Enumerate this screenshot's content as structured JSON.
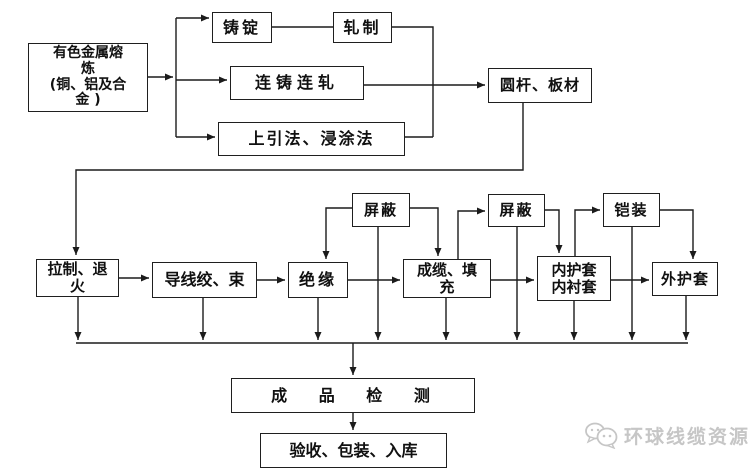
{
  "diagram": {
    "title": "cable-manufacturing-process-flowchart",
    "nodes": {
      "smelting": {
        "label": "有色金属熔\n炼\n(铜、铝及合\n金 )"
      },
      "casting": {
        "label": "铸锭"
      },
      "rolling": {
        "label": "轧制"
      },
      "continuous": {
        "label": "连铸连轧"
      },
      "updraw": {
        "label": "上引法、浸涂法"
      },
      "rod": {
        "label": "圆杆、板材"
      },
      "drawing": {
        "label": "拉制、退\n火"
      },
      "stranding": {
        "label": "导线绞、束"
      },
      "insulation": {
        "label": "绝缘"
      },
      "shield1": {
        "label": "屏蔽"
      },
      "cabling": {
        "label": "成缆、填\n充"
      },
      "shield2": {
        "label": "屏蔽"
      },
      "armoring": {
        "label": "铠装"
      },
      "inner_sheath": {
        "label": "内护套\n内衬套"
      },
      "outer_sheath": {
        "label": "外护套"
      },
      "testing": {
        "label": "成 品 检 测"
      },
      "acceptance": {
        "label": "验收、包装、入库"
      }
    },
    "edges": [
      {
        "from": "smelting",
        "to": "casting"
      },
      {
        "from": "smelting",
        "to": "continuous"
      },
      {
        "from": "smelting",
        "to": "updraw"
      },
      {
        "from": "casting",
        "to": "rolling"
      },
      {
        "from": "rolling",
        "to": "rod"
      },
      {
        "from": "continuous",
        "to": "rod"
      },
      {
        "from": "updraw",
        "to": "rod"
      },
      {
        "from": "rod",
        "to": "drawing"
      },
      {
        "from": "drawing",
        "to": "stranding"
      },
      {
        "from": "stranding",
        "to": "insulation"
      },
      {
        "from": "insulation",
        "to": "cabling"
      },
      {
        "from": "shield1",
        "to": "insulation"
      },
      {
        "from": "shield1",
        "to": "cabling"
      },
      {
        "from": "cabling",
        "to": "shield2"
      },
      {
        "from": "shield2",
        "to": "inner_sheath"
      },
      {
        "from": "cabling",
        "to": "inner_sheath"
      },
      {
        "from": "inner_sheath",
        "to": "armoring"
      },
      {
        "from": "armoring",
        "to": "outer_sheath"
      },
      {
        "from": "inner_sheath",
        "to": "outer_sheath"
      },
      {
        "from": "drawing",
        "to": "testing"
      },
      {
        "from": "stranding",
        "to": "testing"
      },
      {
        "from": "insulation",
        "to": "testing"
      },
      {
        "from": "shield1",
        "to": "testing"
      },
      {
        "from": "cabling",
        "to": "testing"
      },
      {
        "from": "shield2",
        "to": "testing"
      },
      {
        "from": "inner_sheath",
        "to": "testing"
      },
      {
        "from": "armoring",
        "to": "testing"
      },
      {
        "from": "outer_sheath",
        "to": "testing"
      },
      {
        "from": "testing",
        "to": "acceptance"
      }
    ],
    "colors": {
      "line": "#1b1b1b",
      "box_border": "#1f1f1f",
      "background": "#ffffff",
      "watermark": "#c6c6c6"
    },
    "watermark": {
      "logo_icon": "speech-bubbles-logo",
      "text": "环球线缆资源"
    }
  }
}
